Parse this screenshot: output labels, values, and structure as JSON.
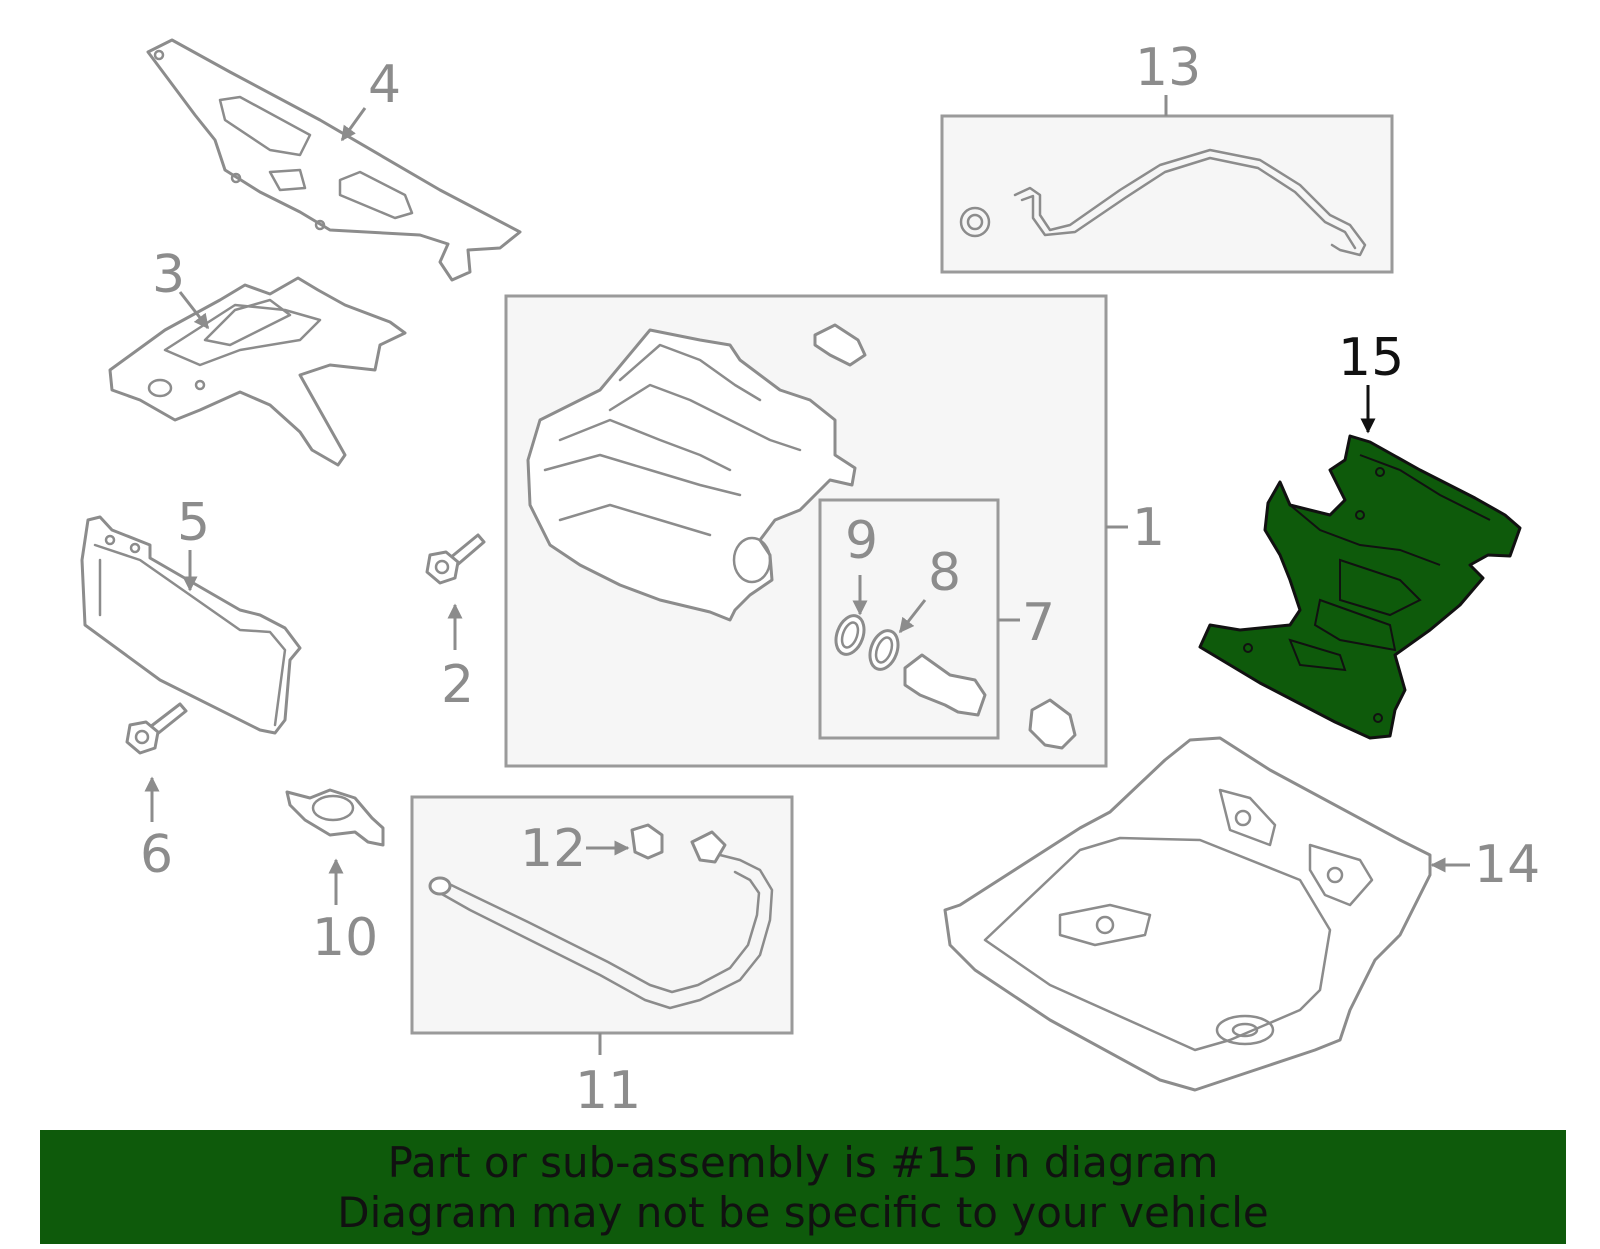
{
  "callouts": {
    "c1": "1",
    "c2": "2",
    "c3": "3",
    "c4": "4",
    "c5": "5",
    "c6": "6",
    "c7": "7",
    "c8": "8",
    "c9": "9",
    "c10": "10",
    "c11": "11",
    "c12": "12",
    "c13": "13",
    "c14": "14",
    "c15": "15"
  },
  "banner": {
    "line1": "Part or sub-assembly is #15 in diagram",
    "line2": "Diagram may not be specific to your vehicle"
  },
  "colors": {
    "highlight_part": "#0e5a0b",
    "banner_bg": "#0e5a0b",
    "line_art": "#8c8c8c",
    "highlight_callout": "#111111"
  }
}
